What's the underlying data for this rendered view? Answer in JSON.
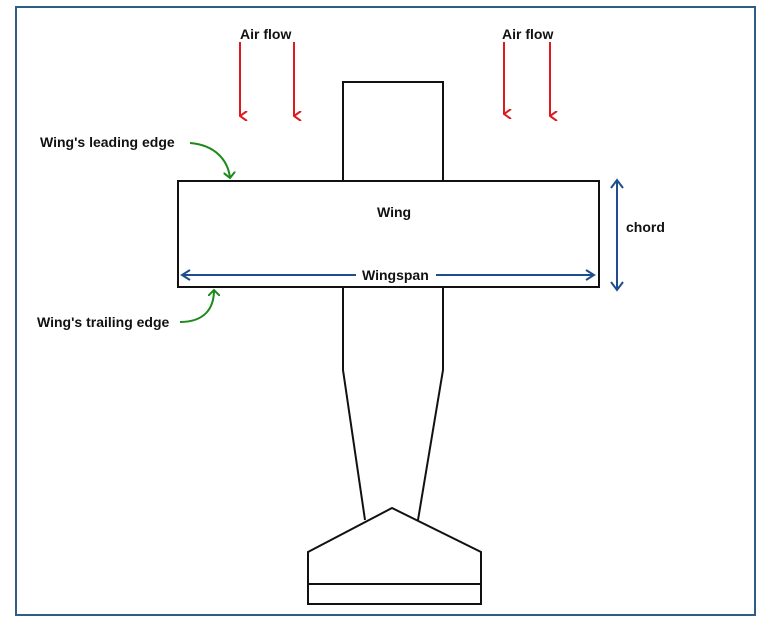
{
  "labels": {
    "air_flow_left": "Air flow",
    "air_flow_right": "Air flow",
    "leading_edge": "Wing's leading edge",
    "trailing_edge": "Wing's trailing edge",
    "wing": "Wing",
    "wingspan": "Wingspan",
    "chord": "chord"
  },
  "colors": {
    "frame": "#2f5d8a",
    "airflow_arrow": "#e0191e",
    "pointer_arrow": "#1a8a1a",
    "dimension_arrow": "#1f4e8c",
    "outline": "#111111"
  }
}
